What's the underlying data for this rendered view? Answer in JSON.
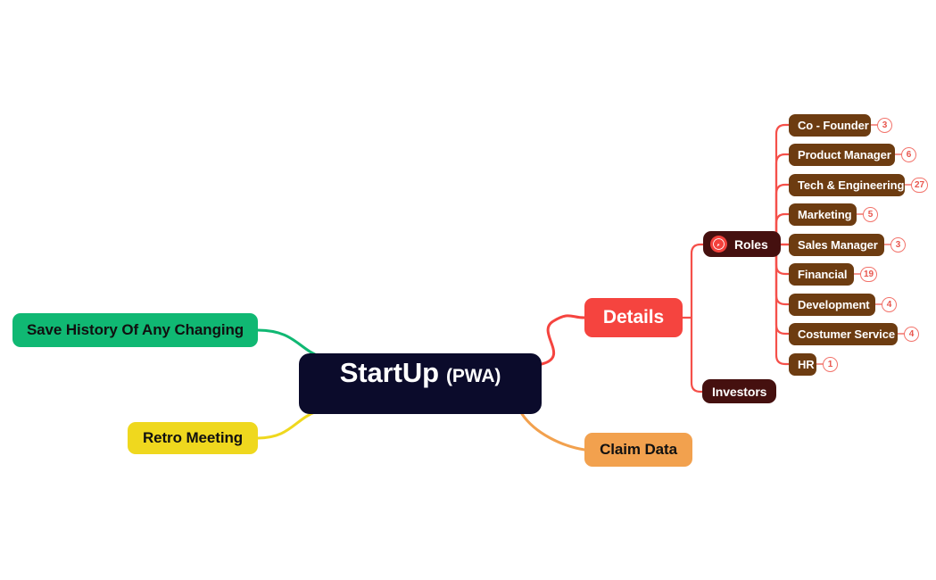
{
  "diagram": {
    "type": "mindmap",
    "background_color": "#ffffff",
    "root": {
      "label_main": "StartUp",
      "label_sub": "(PWA)",
      "color": "#0B0B2B",
      "text_color": "#ffffff"
    },
    "branches": [
      {
        "id": "details",
        "label": "Details",
        "color": "#F5443F",
        "text_color": "#ffffff",
        "side": "right"
      },
      {
        "id": "claim-data",
        "label": "Claim Data",
        "color": "#F2A14E",
        "text_color": "#111111",
        "side": "right"
      },
      {
        "id": "save-history",
        "label": "Save History Of Any Changing",
        "color": "#10B873",
        "text_color": "#101010",
        "side": "left"
      },
      {
        "id": "retro-meeting",
        "label": "Retro Meeting",
        "color": "#EFD81E",
        "text_color": "#101010",
        "side": "left"
      }
    ],
    "details_children": [
      {
        "id": "roles",
        "label": "Roles",
        "color": "#45100F",
        "text_color": "#ffffff",
        "icon": "pin-icon",
        "icon_color": "#F3413C"
      },
      {
        "id": "investors",
        "label": "Investors",
        "color": "#45100F",
        "text_color": "#ffffff"
      }
    ],
    "roles_children": [
      {
        "label": "Co - Founder",
        "count": "3",
        "width": 92
      },
      {
        "label": "Product Manager",
        "count": "6",
        "width": 119
      },
      {
        "label": "Tech & Engineering",
        "count": "27",
        "width": 130
      },
      {
        "label": "Marketing",
        "count": "5",
        "width": 76
      },
      {
        "label": "Sales Manager",
        "count": "3",
        "width": 107
      },
      {
        "label": "Financial",
        "count": "19",
        "width": 73
      },
      {
        "label": "Development",
        "count": "4",
        "width": 97
      },
      {
        "label": "Costumer Service",
        "count": "4",
        "width": 122
      },
      {
        "label": "HR",
        "count": "1",
        "width": 31
      }
    ],
    "role_node_color": "#6D3C11",
    "badge_border_color": "#F2736B",
    "badge_text_color": "#E8554D",
    "connector_colors": {
      "details": "#F5443F",
      "claim_data": "#F2A14E",
      "save_history": "#10B873",
      "retro_meeting": "#EFD81E",
      "roles_tree": "#F5504A"
    }
  }
}
